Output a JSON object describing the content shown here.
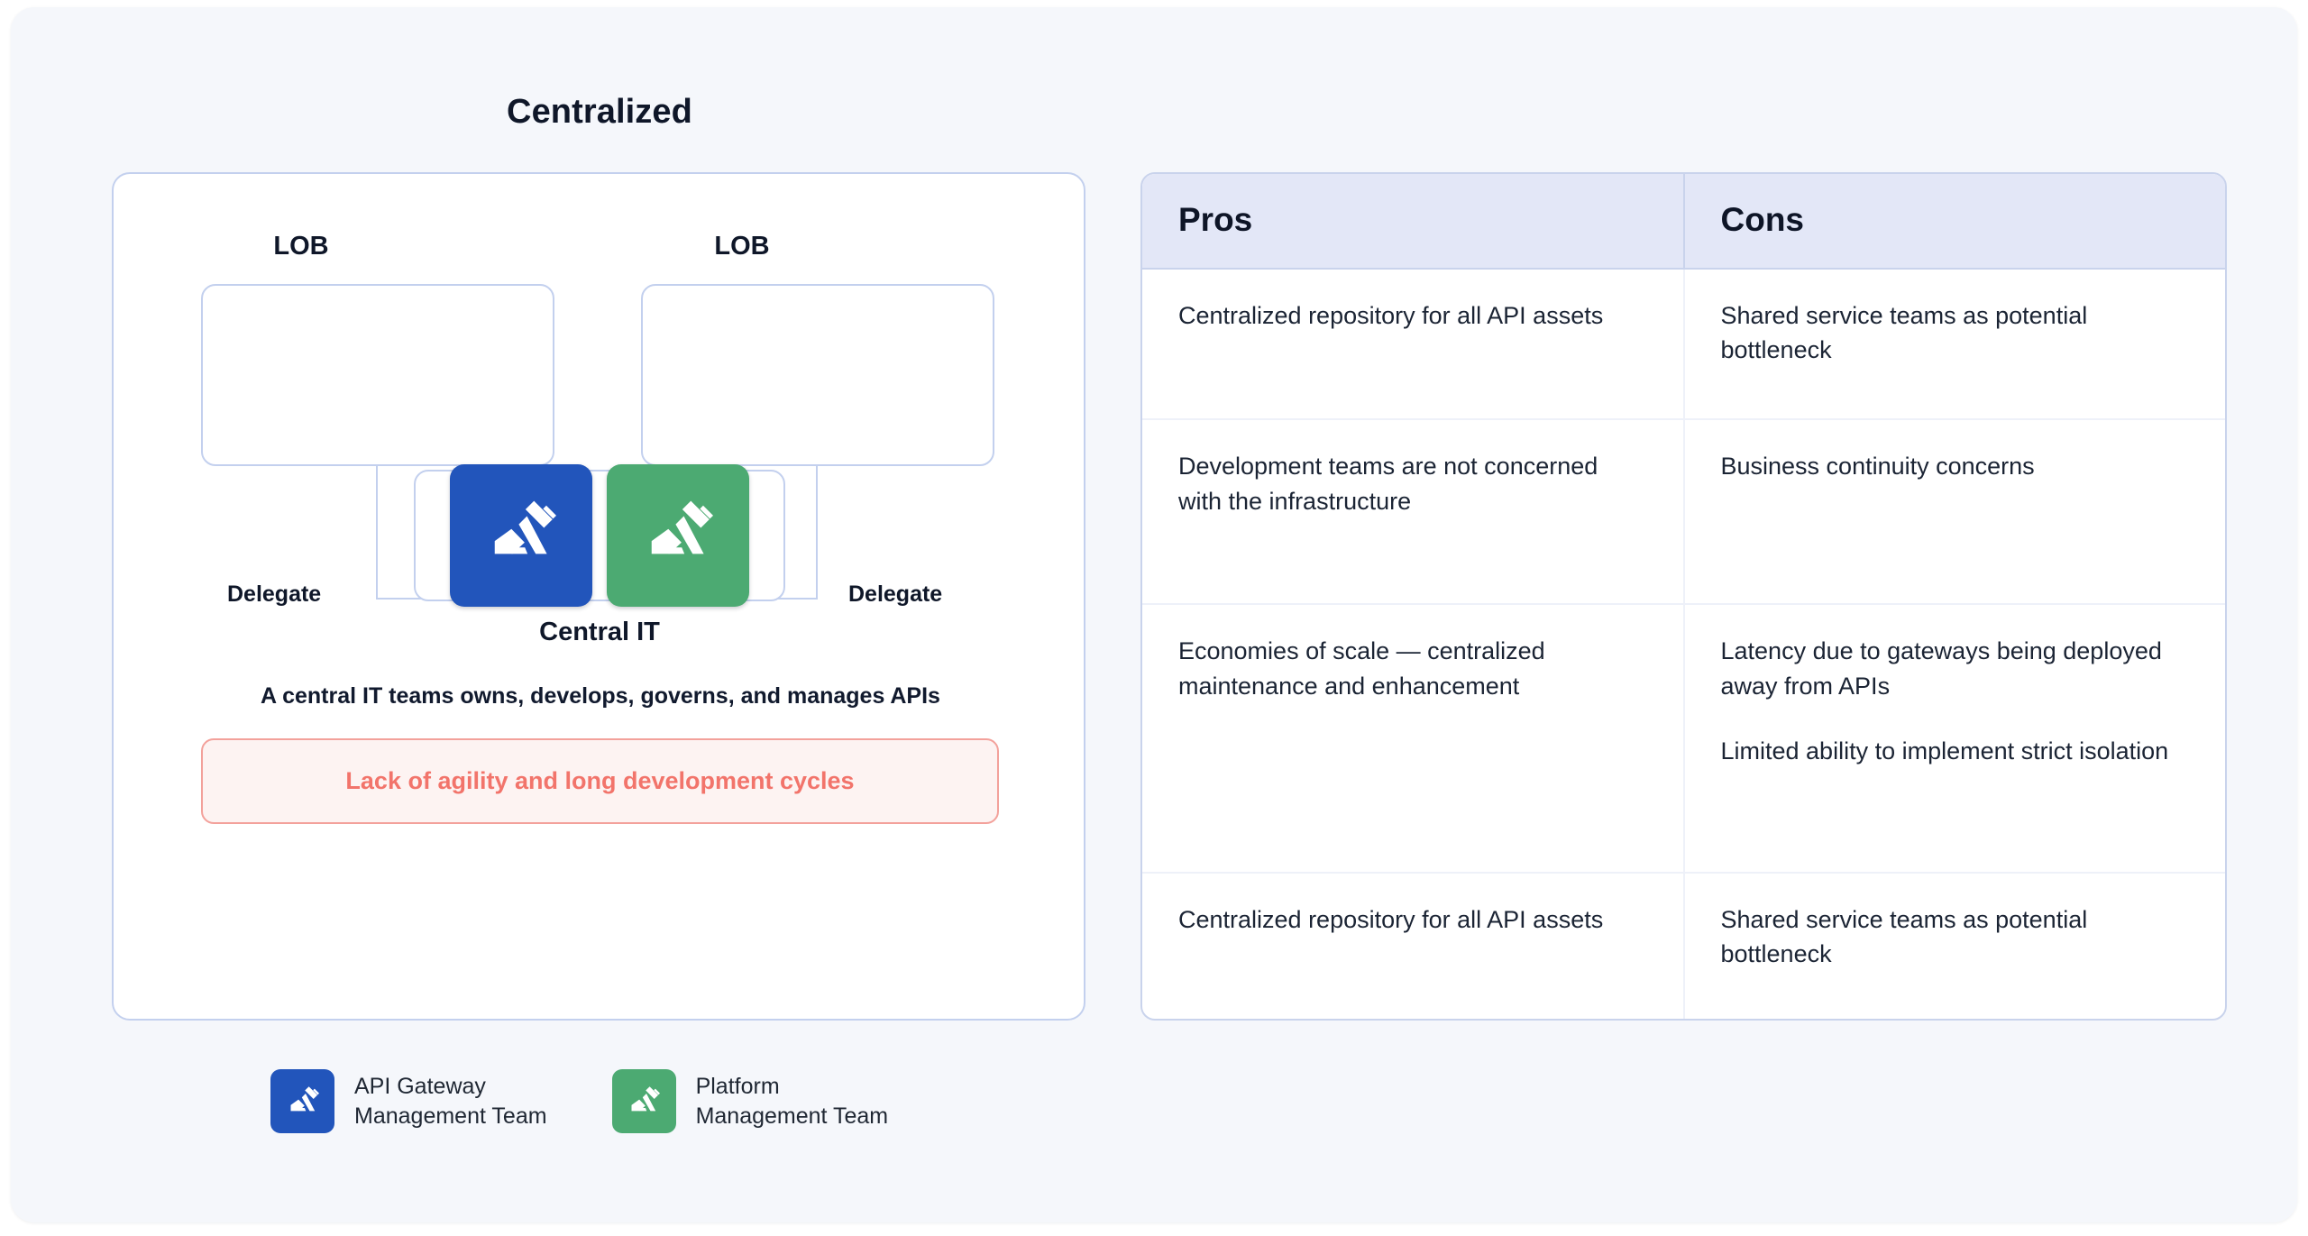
{
  "title": "Centralized",
  "colors": {
    "page_bg": "#f5f7fb",
    "panel_border": "#c3d0ee",
    "table_header_bg": "#e3e7f7",
    "blue_team": "#2255bb",
    "green_team": "#4caa72",
    "warning_text": "#f2746b",
    "warning_bg": "#fdf3f2",
    "warning_border": "#f3a19b"
  },
  "diagram": {
    "lob_left_label": "LOB",
    "lob_right_label": "LOB",
    "delegate_left_label": "Delegate",
    "delegate_right_label": "Delegate",
    "central_caption": "Central IT",
    "description": "A central IT teams owns, develops, governs, and manages APIs",
    "warning": "Lack of agility and long development cycles",
    "central_tiles": [
      {
        "icon": "gavel-icon",
        "color": "#2255bb",
        "team": "API Gateway Management Team"
      },
      {
        "icon": "gavel-icon",
        "color": "#4caa72",
        "team": "Platform Management Team"
      }
    ]
  },
  "legend": {
    "items": [
      {
        "icon": "gavel-icon",
        "color": "#2255bb",
        "label": "API Gateway\nManagement Team"
      },
      {
        "icon": "gavel-icon",
        "color": "#4caa72",
        "label": "Platform\nManagement Team"
      }
    ]
  },
  "table": {
    "headers": [
      "Pros",
      "Cons"
    ],
    "rows": [
      {
        "pros": [
          "Centralized repository for all API assets"
        ],
        "cons": [
          "Shared service teams as potential bottleneck"
        ]
      },
      {
        "pros": [
          "Development teams are not concerned with the infrastructure"
        ],
        "cons": [
          "Business continuity concerns"
        ]
      },
      {
        "pros": [
          "Economies of scale — centralized maintenance and enhancement"
        ],
        "cons": [
          "Latency due to gateways being deployed away from APIs",
          "Limited ability to implement strict isolation"
        ]
      },
      {
        "pros": [
          "Centralized repository for all API assets"
        ],
        "cons": [
          "Shared service teams as potential bottleneck"
        ]
      }
    ]
  }
}
